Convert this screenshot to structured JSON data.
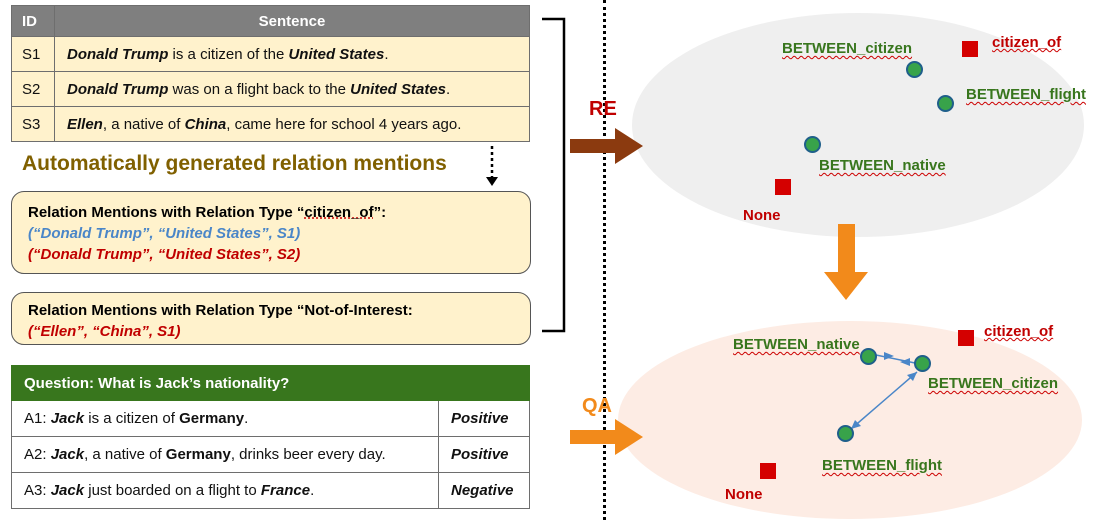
{
  "sentence_table": {
    "headers": [
      "ID",
      "Sentence"
    ],
    "rows": [
      {
        "id": "S1",
        "parts": [
          {
            "t": "Donald Trump",
            "s": "bi"
          },
          {
            "t": " is a citizen of the "
          },
          {
            "t": "United States",
            "s": "bi"
          },
          {
            "t": "."
          }
        ]
      },
      {
        "id": "S2",
        "parts": [
          {
            "t": "Donald Trump",
            "s": "bi"
          },
          {
            "t": " was on a flight back to the "
          },
          {
            "t": "United States",
            "s": "bi"
          },
          {
            "t": "."
          }
        ]
      },
      {
        "id": "S3",
        "parts": [
          {
            "t": "Ellen",
            "s": "bi"
          },
          {
            "t": ", a native of "
          },
          {
            "t": "China",
            "s": "bi"
          },
          {
            "t": ", came here for school 4 years ago."
          }
        ]
      }
    ]
  },
  "auto_title": "Automatically generated relation mentions",
  "box1": {
    "pre": "Relation Mentions with Relation Type “",
    "type": "citizen_of",
    "post": "”:",
    "line1": "(“Donald Trump”, “United States”, S1)",
    "line2": "(“Donald Trump”, “United States”, S2)"
  },
  "box2": {
    "title": "Relation Mentions with Relation Type “Not-of-Interest:",
    "line1": "(“Ellen”, “China”, S1)"
  },
  "qa_table": {
    "question": "Question: What is Jack’s nationality?",
    "rows": [
      {
        "parts": [
          {
            "t": "A1: "
          },
          {
            "t": "Jack",
            "s": "bi"
          },
          {
            "t": " is a citizen of "
          },
          {
            "t": "Germany",
            "s": "b"
          },
          {
            "t": "."
          }
        ],
        "label": "Positive"
      },
      {
        "parts": [
          {
            "t": "A2: "
          },
          {
            "t": "Jack",
            "s": "bi"
          },
          {
            "t": ", a native of "
          },
          {
            "t": "Germany",
            "s": "b"
          },
          {
            "t": ", drinks beer every day."
          }
        ],
        "label": "Positive"
      },
      {
        "parts": [
          {
            "t": "A3: "
          },
          {
            "t": "Jack",
            "s": "bi"
          },
          {
            "t": " just boarded on a flight to "
          },
          {
            "t": "France",
            "s": "bi"
          },
          {
            "t": "."
          }
        ],
        "label": "Negative"
      }
    ]
  },
  "re_label": "RE",
  "qa_label": "QA",
  "re_space": {
    "between_citizen": "BETWEEN_citizen",
    "citizen_of": "citizen_of",
    "between_flight": "BETWEEN_flight",
    "between_native": "BETWEEN_native",
    "none": "None"
  },
  "qa_space": {
    "between_native": "BETWEEN_native",
    "citizen_of": "citizen_of",
    "between_citizen": "BETWEEN_citizen",
    "between_flight": "BETWEEN_flight",
    "none": "None"
  },
  "colors": {
    "re_arrow": "#8b3a0f",
    "qa_arrow": "#f28a1b",
    "down_arrow": "#f28a1b",
    "re_ellipse": "#efefef",
    "qa_ellipse": "#fdece4",
    "point_green": "#38a34a",
    "point_red": "#d40000"
  }
}
